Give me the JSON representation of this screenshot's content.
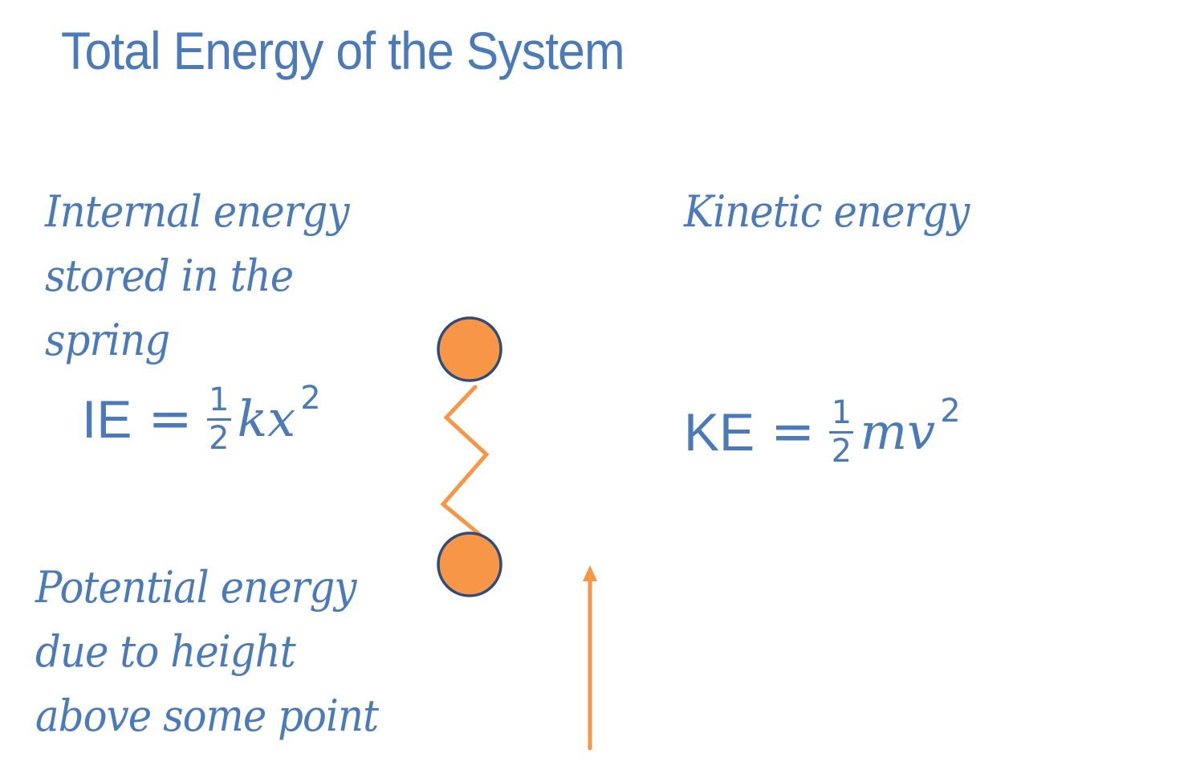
{
  "title": "Total Energy of the System",
  "internal_energy": {
    "label_lines": [
      "Internal energy",
      "stored in the",
      "spring"
    ],
    "formula": {
      "name": "IE",
      "equals": "=",
      "numerator": "1",
      "denominator": "2",
      "variables": "kx",
      "exponent": "2"
    }
  },
  "kinetic_energy": {
    "label_lines": [
      "Kinetic energy"
    ],
    "formula": {
      "name": "KE",
      "equals": "=",
      "numerator": "1",
      "denominator": "2",
      "variables": "mv",
      "exponent": "2"
    }
  },
  "potential_energy": {
    "label_lines": [
      "Potential energy",
      "due to height",
      "above some point"
    ]
  },
  "colors": {
    "text": "#4a7ab8",
    "mass_fill": "#f79646",
    "mass_outline": "#2f4b7c",
    "spring": "#f79646",
    "arrow": "#f79646"
  }
}
